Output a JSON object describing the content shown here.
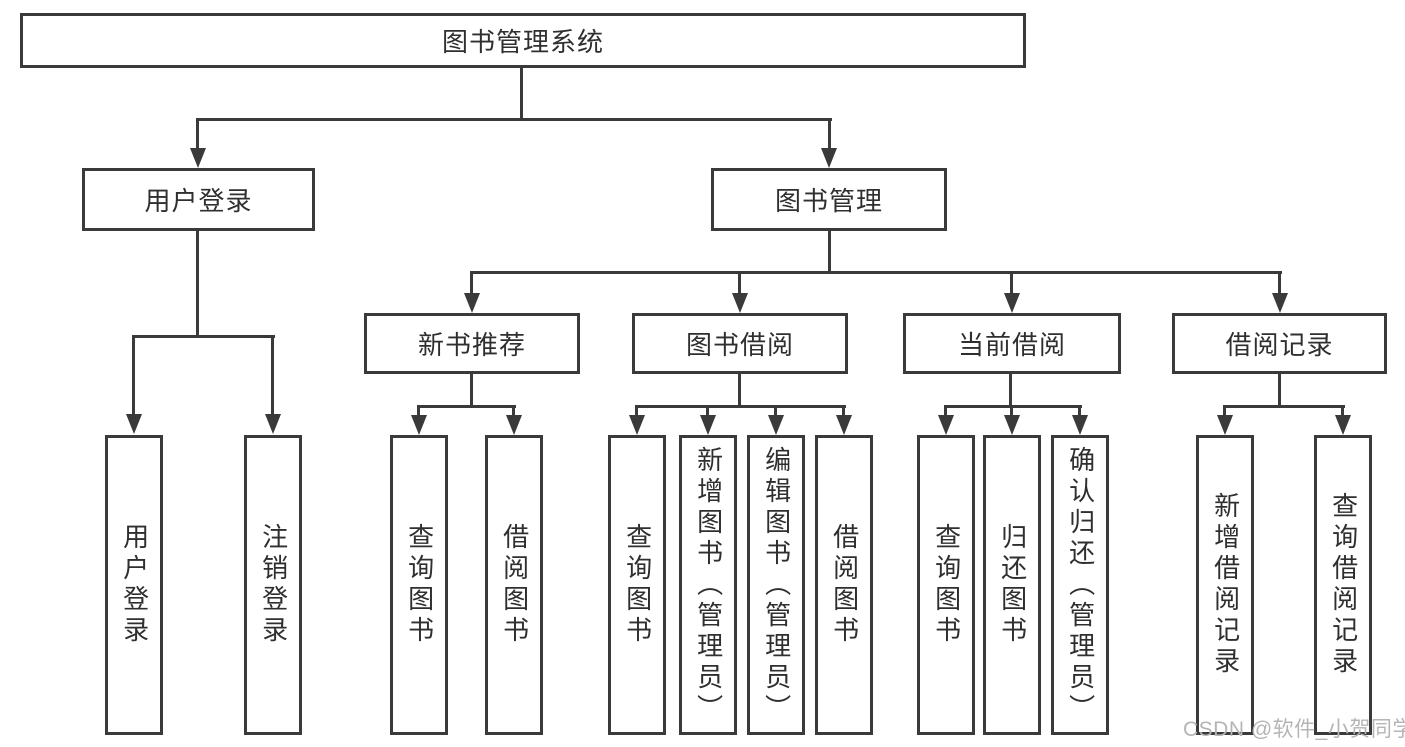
{
  "tree": {
    "label": "图书管理系统",
    "children": [
      {
        "label": "用户登录",
        "children": [
          {
            "label": "用户登录"
          },
          {
            "label": "注销登录"
          }
        ]
      },
      {
        "label": "图书管理",
        "children": [
          {
            "label": "新书推荐",
            "children": [
              {
                "label": "查询图书"
              },
              {
                "label": "借阅图书"
              }
            ]
          },
          {
            "label": "图书借阅",
            "children": [
              {
                "label": "查询图书"
              },
              {
                "label": "新增图书（管理员）"
              },
              {
                "label": "编辑图书（管理员）"
              },
              {
                "label": "借阅图书"
              }
            ]
          },
          {
            "label": "当前借阅",
            "children": [
              {
                "label": "查询图书"
              },
              {
                "label": "归还图书"
              },
              {
                "label": "确认归还（管理员）"
              }
            ]
          },
          {
            "label": "借阅记录",
            "children": [
              {
                "label": "新增借阅记录"
              },
              {
                "label": "查询借阅记录"
              }
            ]
          }
        ]
      }
    ]
  },
  "watermark": "CSDN @软件_小贺同学",
  "colors": {
    "line": "#3a3a3a",
    "text": "#2f2f2f",
    "watermark": "#b5b5b5",
    "background": "#ffffff"
  }
}
